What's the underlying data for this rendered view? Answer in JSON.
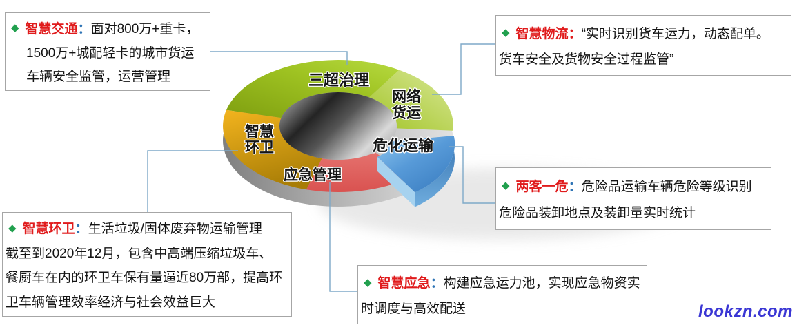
{
  "chart": {
    "segments": {
      "sanchao": {
        "label": "三超治理",
        "color": "#9bbf22"
      },
      "wangluo": {
        "label_line1": "网络",
        "label_line2": "货运",
        "color": "#c3da62"
      },
      "weihua": {
        "label": "危化运输",
        "color": "#4f93d4"
      },
      "yingji": {
        "label": "应急管理",
        "color": "#e2615e"
      },
      "huanwei": {
        "label_line1": "智慧",
        "label_line2": "环卫",
        "color": "#dda012"
      }
    },
    "hole_color": "#8c8c8c",
    "connector_color": "#7ea9c8"
  },
  "callouts": {
    "traffic": {
      "bullet": "◆",
      "title": "智慧交通",
      "colon": "：",
      "line1": "面对800万+重卡，",
      "line2": "1500万+城配轻卡的城市货运",
      "line3": "车辆安全监管，运营管理"
    },
    "logistics": {
      "bullet": "◆",
      "title": "智慧物流",
      "colon": "：",
      "line1": "“实时识别货车运力，动态配单。",
      "line2": "货车安全及货物安全过程监管”"
    },
    "danger": {
      "bullet": "◆",
      "title": "两客一危",
      "colon": "：",
      "line1": "危险品运输车辆危险等级识别",
      "line2": "危险品装卸地点及装卸量实时统计"
    },
    "sanitation": {
      "bullet": "◆",
      "title": "智慧环卫",
      "colon": "：",
      "line1": "生活垃圾/固体废弃物运输管理",
      "line2": "截至到2020年12月，包含中高端压缩垃圾车、",
      "line3": "餐厨车在内的环卫车保有量逼近80万部，提高环",
      "line4": "卫车辆管理效率经济与社会效益巨大"
    },
    "emergency": {
      "bullet": "◆",
      "title": "智慧应急",
      "colon": "：",
      "line1": "构建应急运力池，实现应急物资实",
      "line2": "时调度与高效配送"
    }
  },
  "colors": {
    "title_red": "#e01b1c",
    "colon_blue": "#2e74b5",
    "bullet_green": "#21a04e",
    "box_border": "#a6a6a6"
  },
  "watermark": {
    "text": "lookzn.com",
    "color": "#3a36d4"
  }
}
